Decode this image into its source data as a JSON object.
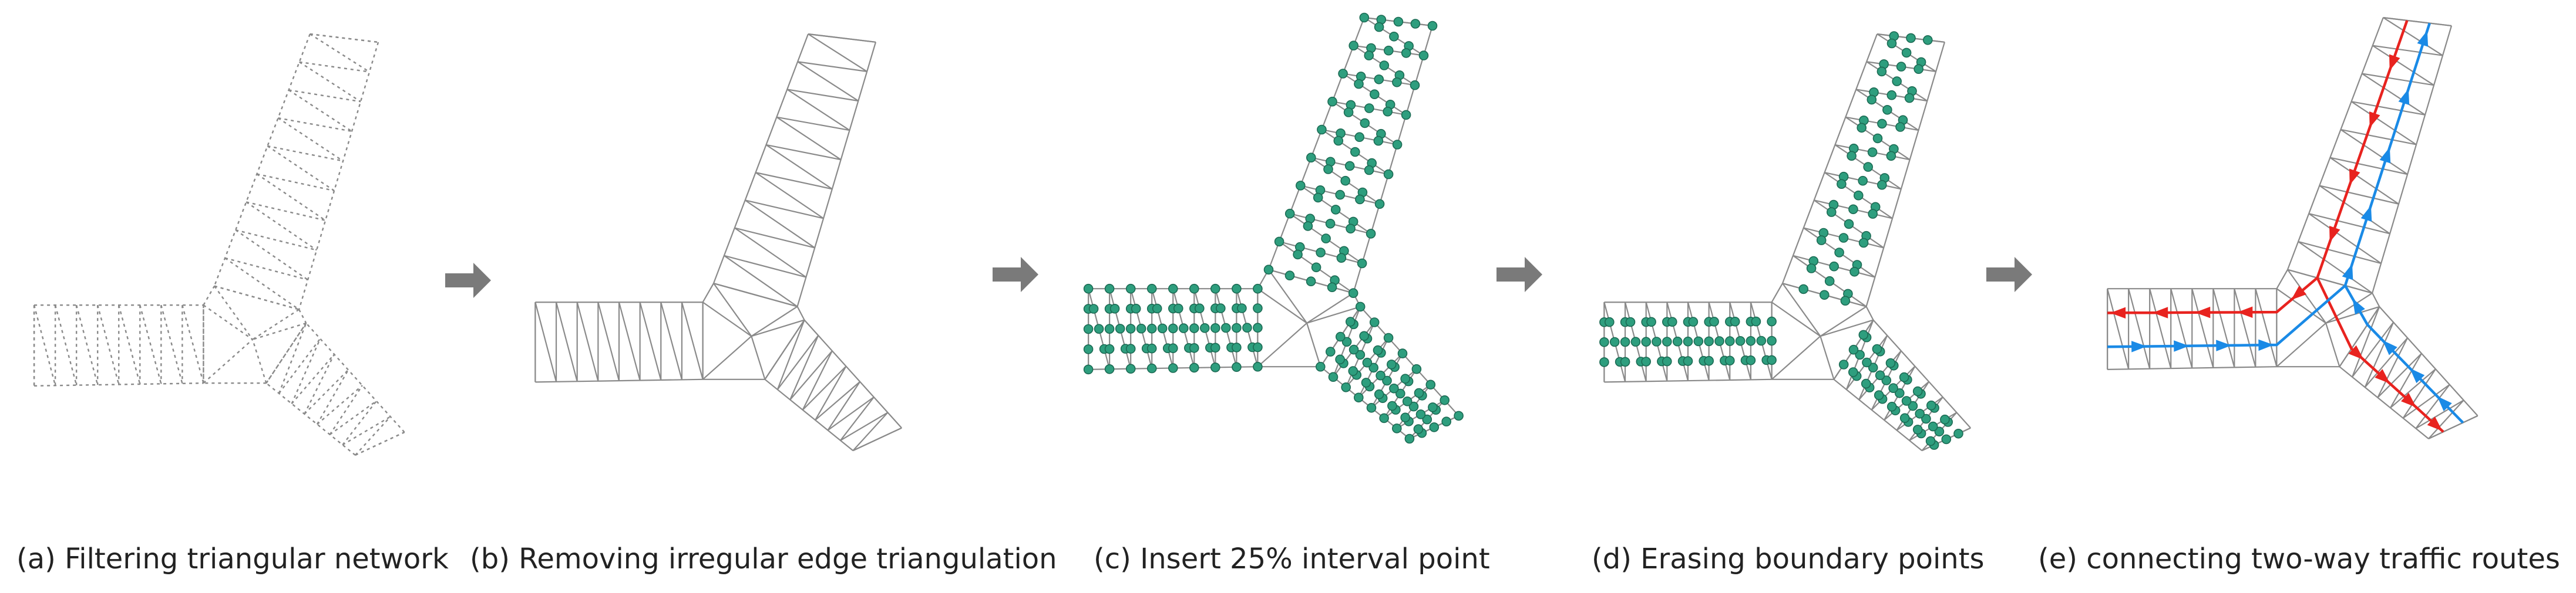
{
  "figure": {
    "panels": [
      {
        "id": "a",
        "caption": "(a) Filtering triangular network"
      },
      {
        "id": "b",
        "caption": "(b) Removing irregular edge triangulation"
      },
      {
        "id": "c",
        "caption": "(c) Insert 25% interval point"
      },
      {
        "id": "d",
        "caption": "(d) Erasing boundary points"
      },
      {
        "id": "e",
        "caption": "(e) connecting two-way traffic routes"
      }
    ]
  },
  "colors": {
    "mesh_edge": "#8a8a8a",
    "dotted_edge": "#8a8a8a",
    "arrow": "#7a7a7a",
    "point_fill": "#2e9e7e",
    "point_stroke": "#1c6b54",
    "route_outbound": "#e8231f",
    "route_inbound": "#1a8ae6"
  }
}
